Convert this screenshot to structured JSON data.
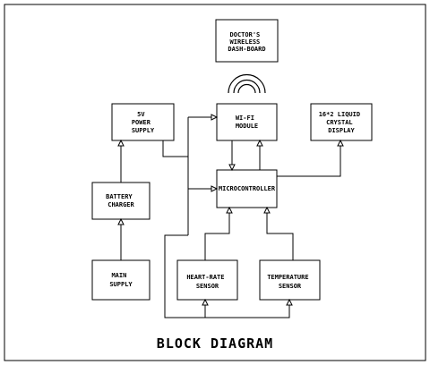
{
  "title": "BLOCK DIAGRAM",
  "blocks": {
    "dashboard": [
      "DOCTOR'S",
      "WIRELESS",
      "DASH-BOARD"
    ],
    "power": [
      "5V",
      "POWER",
      "SUPPLY"
    ],
    "wifi": [
      "WI-FI",
      "MODULE"
    ],
    "lcd": [
      "16*2 LIQUID",
      "CRYSTAL",
      "DISPLAY"
    ],
    "charger": [
      "BATTERY",
      "CHARGER"
    ],
    "mcu": [
      "MICROCONTROLLER"
    ],
    "main": [
      "MAIN",
      "SUPPLY"
    ],
    "heart": [
      "HEART-RATE",
      "SENSOR"
    ],
    "temp": [
      "TEMPERATURE",
      "SENSOR"
    ]
  },
  "colors": {
    "line": "#000000",
    "background": "#ffffff"
  }
}
